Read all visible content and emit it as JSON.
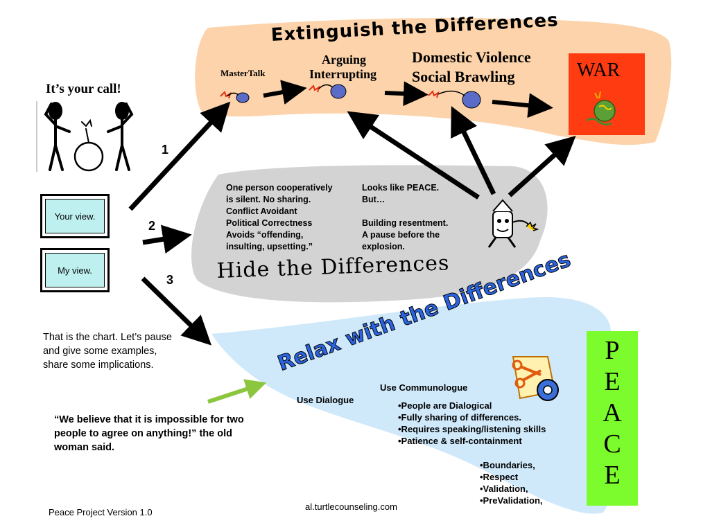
{
  "title_top": "Extinguish the Differences",
  "title_middle": "Hide the Differences",
  "title_bottom": "Relax with the Differences",
  "labels": {
    "its_your_call": "It’s your call!",
    "your_view": "Your view.",
    "my_view": "My view.",
    "path1": "1",
    "path2": "2",
    "path3": "3",
    "mastertalk": "MasterTalk",
    "arguing": "Arguing",
    "interrupting": "Interrupting",
    "domestic_violence": "Domestic Violence",
    "social_brawling": "Social Brawling",
    "war": "WAR"
  },
  "hide": {
    "left_lines": [
      "One person cooperatively",
      "is silent. No sharing.",
      "Conflict Avoidant",
      "Political Correctness",
      "Avoids “offending,",
      "insulting, upsetting.”"
    ],
    "right_lines": [
      "Looks like PEACE.",
      "But…",
      "",
      "Building resentment.",
      "A pause before the",
      "explosion."
    ]
  },
  "relax": {
    "use_dialogue": "Use Dialogue",
    "use_communologue": "Use Communologue",
    "list1": [
      "•People are Dialogical",
      "•Fully sharing of differences.",
      "•Requires speaking/listening skills",
      "•Patience & self-containment"
    ],
    "list2": [
      "•Boundaries,",
      "•Respect",
      "•Validation,",
      "•PreValidation,"
    ]
  },
  "peace_letters": [
    "P",
    "E",
    "A",
    "C",
    "E"
  ],
  "notes": {
    "chart_note": "That is the chart.  Let’s pause and give some examples, share some implications.",
    "quote": "“We believe that it is impossible for two people to agree on anything!” the old woman said."
  },
  "footer": {
    "version": "Peace Project Version 1.0",
    "url": "al.turtlecounseling.com"
  },
  "colors": {
    "top_band": "#fcd3aa",
    "middle_blob": "#d3d3d3",
    "bottom_blob": "#cfe9fb",
    "war_box": "#ff3b12",
    "peace_box": "#7cfc2c",
    "view_box": "#bff0f0",
    "title_bottom": "#2b64e0",
    "green_arrow": "#8cc63f"
  }
}
